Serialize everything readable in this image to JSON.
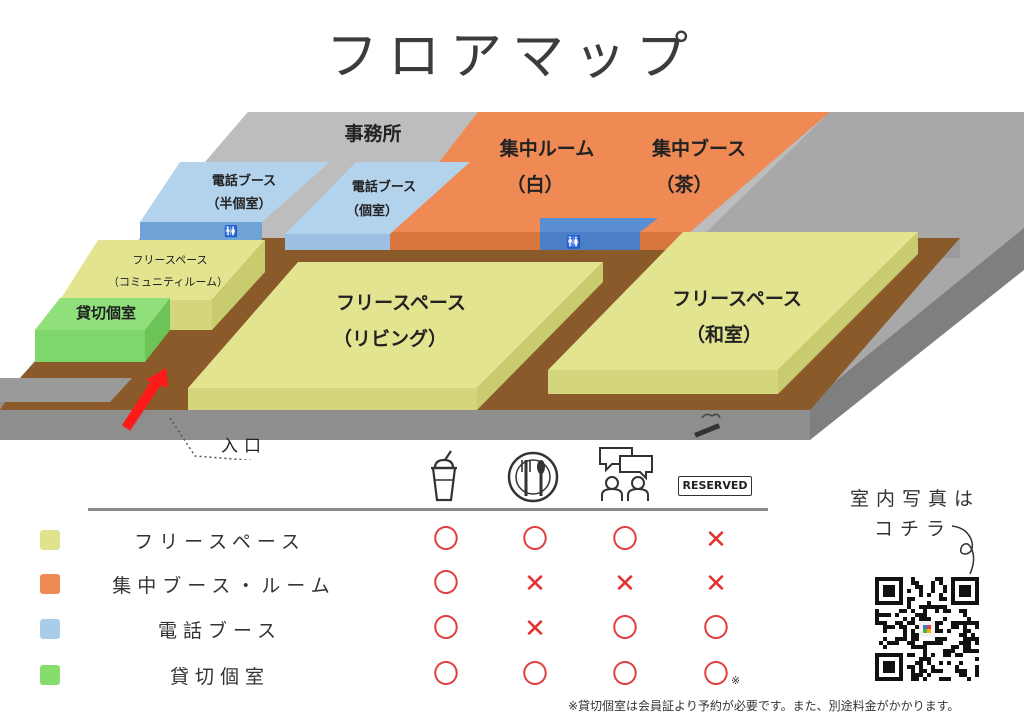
{
  "title": "フロアマップ",
  "map": {
    "office": "事務所",
    "phone_half_line1": "電話ブース",
    "phone_half_line2": "（半個室）",
    "phone_private_line1": "電話ブース",
    "phone_private_line2": "（個室）",
    "focus_room_line1": "集中ルーム",
    "focus_room_line2": "（白）",
    "focus_booth_line1": "集中ブース",
    "focus_booth_line2": "（茶）",
    "community_line1": "フリースペース",
    "community_line2": "（コミュニティルーム）",
    "rental": "貸切個室",
    "living_line1": "フリースペース",
    "living_line2": "（リビング）",
    "washitsu_line1": "フリースペース",
    "washitsu_line2": "（和室）",
    "entrance": "入口"
  },
  "table": {
    "columns": [
      {
        "icon": "drink-cup-icon"
      },
      {
        "icon": "meal-plate-icon"
      },
      {
        "icon": "conversation-icon"
      },
      {
        "icon": "reserved-sign-icon",
        "label": "RESERVED"
      }
    ],
    "rows": [
      {
        "label": "フリースペース",
        "color": "#dfe38b",
        "marks": [
          "ok",
          "ok",
          "ok",
          "ng"
        ]
      },
      {
        "label": "集中ブース・ルーム",
        "color": "#ef8a55",
        "marks": [
          "ok",
          "ng",
          "ng",
          "ng"
        ]
      },
      {
        "label": "電話ブース",
        "color": "#a9cce9",
        "marks": [
          "ok",
          "ng",
          "ok",
          "ok"
        ]
      },
      {
        "label": "貸切個室",
        "color": "#86dd6e",
        "marks": [
          "ok",
          "ok",
          "ok",
          "ok"
        ]
      }
    ],
    "mark_ok": "〇",
    "mark_ng": "✕",
    "asterisk": "※"
  },
  "qr_caption_line1": "室内写真は",
  "qr_caption_line2": "コチラ",
  "footnote": "※貸切個室は会員証より予約が必要です。また、別途料金がかかります。"
}
